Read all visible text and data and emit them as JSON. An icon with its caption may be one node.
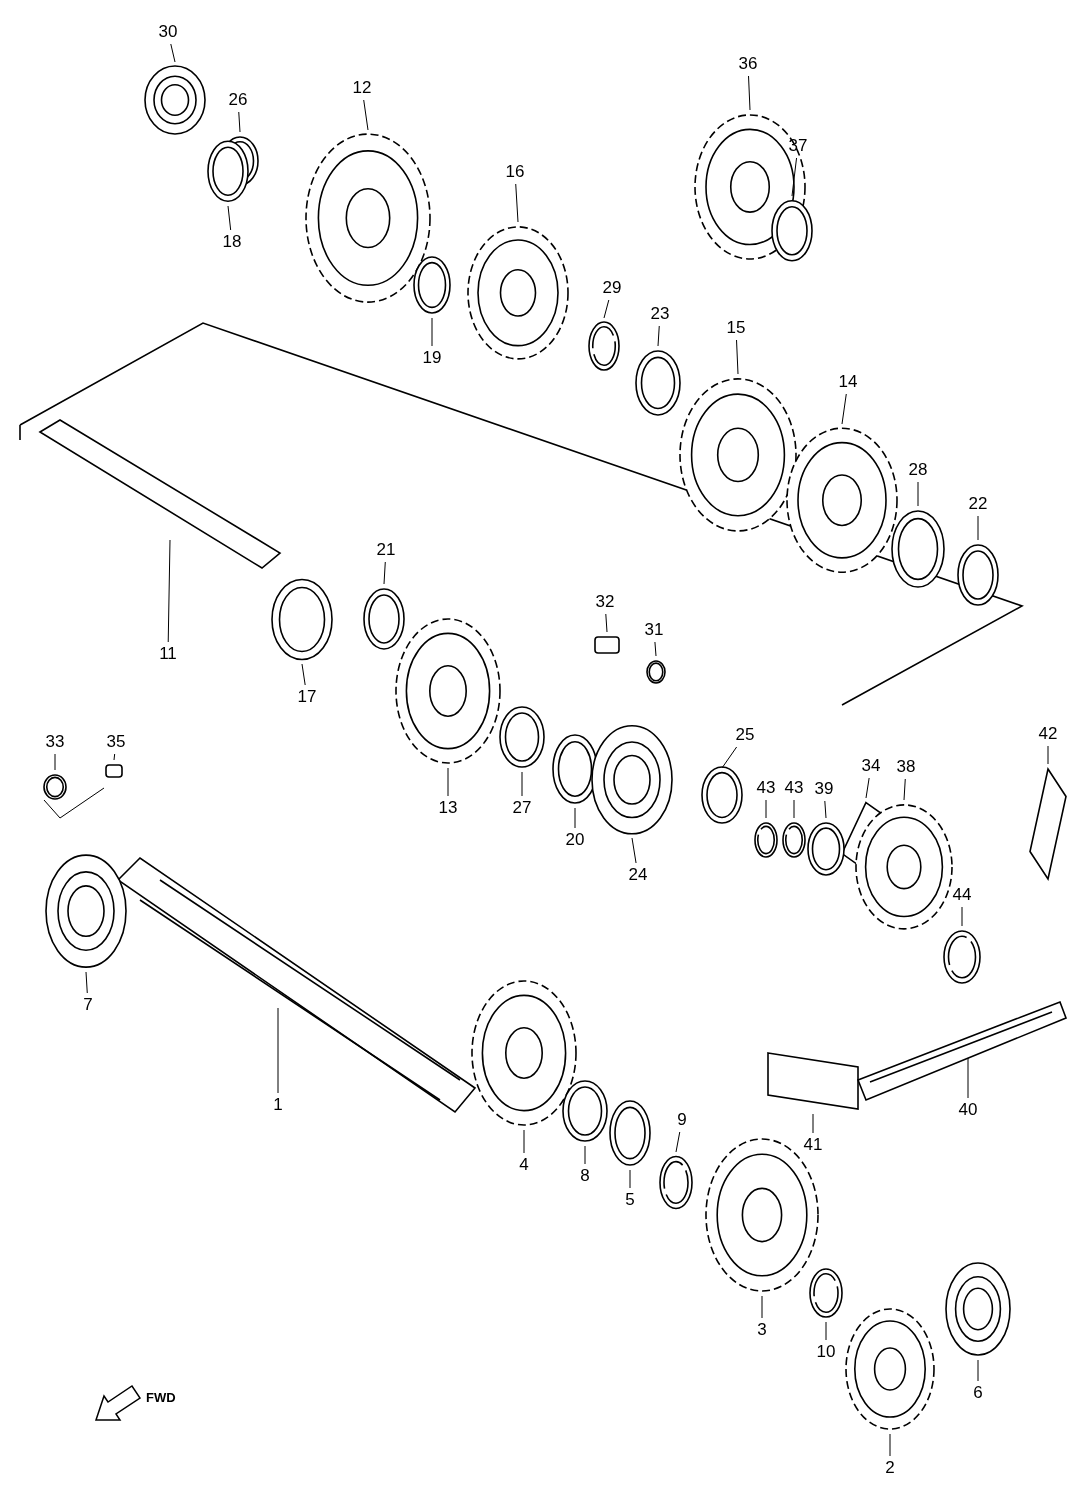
{
  "diagram": {
    "nodes": [
      {
        "text": [
          "30"
        ]
      },
      {
        "text": [
          "36"
        ]
      },
      {
        "text": [
          "12"
        ]
      },
      {
        "text": [
          "26"
        ]
      },
      {
        "text": [
          "37"
        ]
      },
      {
        "text": [
          "16"
        ]
      },
      {
        "text": [
          "18"
        ]
      },
      {
        "text": [
          "29"
        ]
      },
      {
        "text": [
          "23"
        ]
      },
      {
        "text": [
          "15"
        ]
      },
      {
        "text": [
          "19"
        ]
      },
      {
        "text": [
          "14"
        ]
      },
      {
        "text": [
          "28"
        ]
      },
      {
        "text": [
          "22"
        ]
      },
      {
        "text": [
          "21"
        ]
      },
      {
        "text": [
          "32"
        ]
      },
      {
        "text": [
          "31"
        ]
      },
      {
        "text": [
          "11"
        ]
      },
      {
        "text": [
          "17"
        ]
      },
      {
        "text": [
          "42"
        ]
      },
      {
        "text": [
          "25"
        ]
      },
      {
        "text": [
          "33"
        ]
      },
      {
        "text": [
          "35"
        ]
      },
      {
        "text": [
          "34"
        ]
      },
      {
        "text": [
          "38"
        ]
      },
      {
        "text": [
          "43"
        ]
      },
      {
        "text": [
          "43"
        ]
      },
      {
        "text": [
          "39"
        ]
      },
      {
        "text": [
          "13"
        ]
      },
      {
        "text": [
          "27"
        ]
      },
      {
        "text": [
          "20"
        ]
      },
      {
        "text": [
          "24"
        ]
      },
      {
        "text": [
          "44"
        ]
      },
      {
        "text": [
          "7"
        ]
      },
      {
        "text": [
          "1"
        ]
      },
      {
        "text": [
          "40"
        ]
      },
      {
        "text": [
          "9"
        ]
      },
      {
        "text": [
          "41"
        ]
      },
      {
        "text": [
          "4"
        ]
      },
      {
        "text": [
          "8"
        ]
      },
      {
        "text": [
          "5"
        ]
      },
      {
        "text": [
          "3"
        ]
      },
      {
        "text": [
          "10"
        ]
      },
      {
        "text": [
          "6"
        ]
      },
      {
        "text": [
          "2"
        ]
      }
    ],
    "edges": [
      {
        "from": 0,
        "to": null,
        "arrow": "none"
      },
      {
        "from": 1,
        "to": null,
        "arrow": "none"
      },
      {
        "from": 2,
        "to": null,
        "arrow": "none"
      },
      {
        "from": 3,
        "to": null,
        "arrow": "none"
      },
      {
        "from": 4,
        "to": null,
        "arrow": "none"
      },
      {
        "from": 5,
        "to": null,
        "arrow": "none"
      },
      {
        "from": 6,
        "to": null,
        "arrow": "none"
      },
      {
        "from": 7,
        "to": null,
        "arrow": "none"
      },
      {
        "from": 8,
        "to": null,
        "arrow": "none"
      },
      {
        "from": 9,
        "to": null,
        "arrow": "none"
      },
      {
        "from": 10,
        "to": null,
        "arrow": "none"
      },
      {
        "from": 11,
        "to": null,
        "arrow": "none"
      },
      {
        "from": 12,
        "to": null,
        "arrow": "none"
      },
      {
        "from": 13,
        "to": null,
        "arrow": "none"
      },
      {
        "from": 14,
        "to": null,
        "arrow": "none"
      },
      {
        "from": 15,
        "to": null,
        "arrow": "none"
      },
      {
        "from": 16,
        "to": null,
        "arrow": "none"
      },
      {
        "from": 17,
        "to": null,
        "arrow": "none"
      },
      {
        "from": 18,
        "to": null,
        "arrow": "none"
      },
      {
        "from": 19,
        "to": null,
        "arrow": "none"
      },
      {
        "from": 20,
        "to": null,
        "arrow": "none"
      },
      {
        "from": 21,
        "to": null,
        "arrow": "none"
      },
      {
        "from": 22,
        "to": null,
        "arrow": "none"
      },
      {
        "from": 23,
        "to": null,
        "arrow": "none"
      },
      {
        "from": 24,
        "to": null,
        "arrow": "none"
      },
      {
        "from": 25,
        "to": null,
        "arrow": "none"
      },
      {
        "from": 26,
        "to": null,
        "arrow": "none"
      },
      {
        "from": 27,
        "to": null,
        "arrow": "none"
      },
      {
        "from": 28,
        "to": null,
        "arrow": "none"
      },
      {
        "from": 29,
        "to": null,
        "arrow": "none"
      },
      {
        "from": 30,
        "to": null,
        "arrow": "none"
      },
      {
        "from": 31,
        "to": null,
        "arrow": "none"
      },
      {
        "from": 32,
        "to": null,
        "arrow": "none"
      },
      {
        "from": 33,
        "to": null,
        "arrow": "none"
      },
      {
        "from": 34,
        "to": null,
        "arrow": "none"
      },
      {
        "from": 35,
        "to": null,
        "arrow": "none"
      },
      {
        "from": 36,
        "to": null,
        "arrow": "none"
      },
      {
        "from": 37,
        "to": null,
        "arrow": "none"
      },
      {
        "from": 38,
        "to": null,
        "arrow": "none"
      },
      {
        "from": 39,
        "to": null,
        "arrow": "none"
      },
      {
        "from": 40,
        "to": null,
        "arrow": "none"
      },
      {
        "from": 41,
        "to": null,
        "arrow": "none"
      },
      {
        "from": 42,
        "to": null,
        "arrow": "none"
      },
      {
        "from": 43,
        "to": null,
        "arrow": "none"
      },
      {
        "from": 44,
        "to": null,
        "arrow": "none"
      }
    ],
    "labels": [
      "FWD"
    ]
  }
}
